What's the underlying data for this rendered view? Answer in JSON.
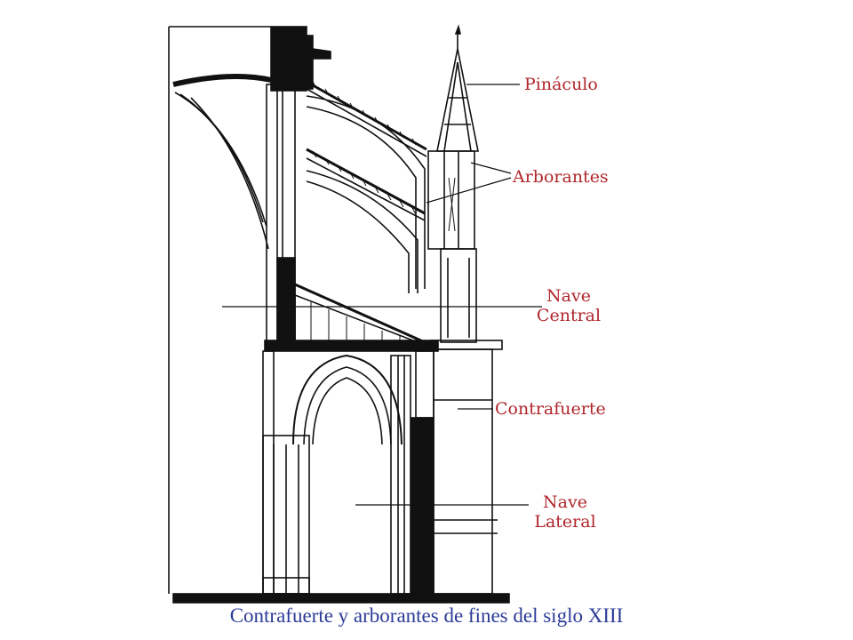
{
  "labels": {
    "pinaculo": "Pináculo",
    "arborantes": "Arborantes",
    "nave_central": [
      "Nave",
      "Central"
    ],
    "contrafuerte": "Contrafuerte",
    "nave_lateral": [
      "Nave",
      "Lateral"
    ]
  },
  "caption": "Contrafuerte y arborantes de fines del siglo XIII",
  "colors": {
    "label": "#b0262c",
    "caption": "#2c3b97",
    "ink": "#111111"
  }
}
